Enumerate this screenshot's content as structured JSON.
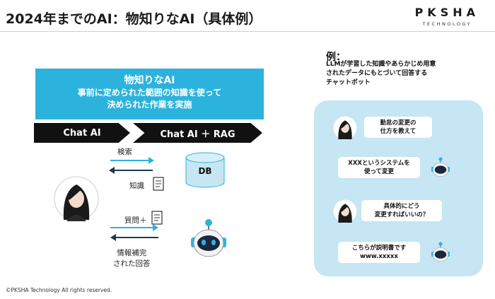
{
  "title": "2024年までのAI：物知りなAI（具体例）",
  "logo": {
    "name": "PKSHA",
    "tagline": "TECHNOLOGY"
  },
  "banner": {
    "line1": "物知りなAI",
    "line2": "事前に定められた範囲の知識を使って",
    "line3": "決められた作業を実施"
  },
  "stages": [
    {
      "label": "Chat AI"
    },
    {
      "label": "Chat AI ＋ RAG"
    }
  ],
  "flow": {
    "search": "検索",
    "knowledge": "知識",
    "question": "質問＋",
    "db": "DB",
    "answer_line1": "情報補完",
    "answer_line2": "された回答"
  },
  "example": {
    "heading": "例：",
    "desc": [
      "LLMが学習した知識やあらかじめ用意",
      "されたデータにもとづいて回答する",
      "チャットボット"
    ],
    "chat": [
      {
        "lines": [
          "勤怠の変更の",
          "仕方を教えて"
        ]
      },
      {
        "lines": [
          "XXXというシステムを",
          "使って変更"
        ]
      },
      {
        "lines": [
          "具体的にどう",
          "変更すればいいの？"
        ]
      },
      {
        "lines": [
          "こちらが説明書です",
          "www.xxxxx"
        ]
      }
    ]
  },
  "copyright": "©PKSHA Technology All rights reserved.",
  "colors": {
    "accent": "#2bb3dd",
    "dark_arrow": "#1d3a4a",
    "panel": "#c5e6f2"
  }
}
